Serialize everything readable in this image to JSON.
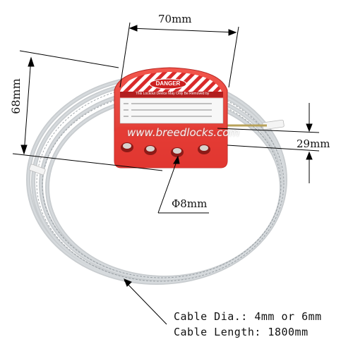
{
  "dimensions": {
    "width": "70mm",
    "height": "68mm",
    "depth": "29mm",
    "hole_diameter": "Φ8mm"
  },
  "product": {
    "watermark": "www.breedlocks.com",
    "tag_title": "DANGER",
    "tag_notice": "This Lockout Device May Only Be Removed by"
  },
  "specs": {
    "cable_diameter": "Cable Dia.: 4mm or 6mm",
    "cable_length": "Cable Length: 1800mm"
  },
  "colors": {
    "lock_body": "#e8403a",
    "danger_tag": "#d92a2a",
    "cable": "#c8ccd0"
  }
}
